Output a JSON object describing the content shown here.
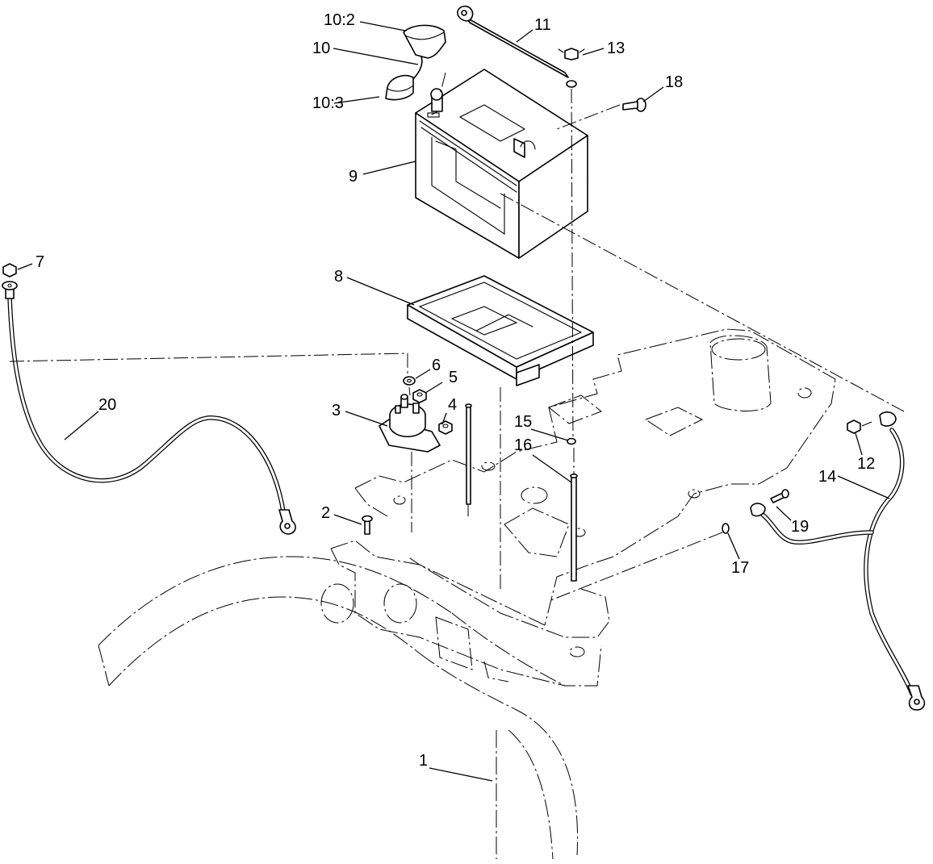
{
  "callouts": {
    "c1": "1",
    "c2": "2",
    "c3": "3",
    "c4": "4",
    "c5": "5",
    "c6": "6",
    "c7": "7",
    "c8": "8",
    "c9": "9",
    "c10": "10",
    "c10_2": "10:2",
    "c10_3": "10:3",
    "c11": "11",
    "c12": "12",
    "c13": "13",
    "c14": "14",
    "c15": "15",
    "c16": "16",
    "c17": "17",
    "c18": "18",
    "c19": "19",
    "c20": "20"
  },
  "colors": {
    "line": "#000000",
    "background": "#ffffff"
  }
}
